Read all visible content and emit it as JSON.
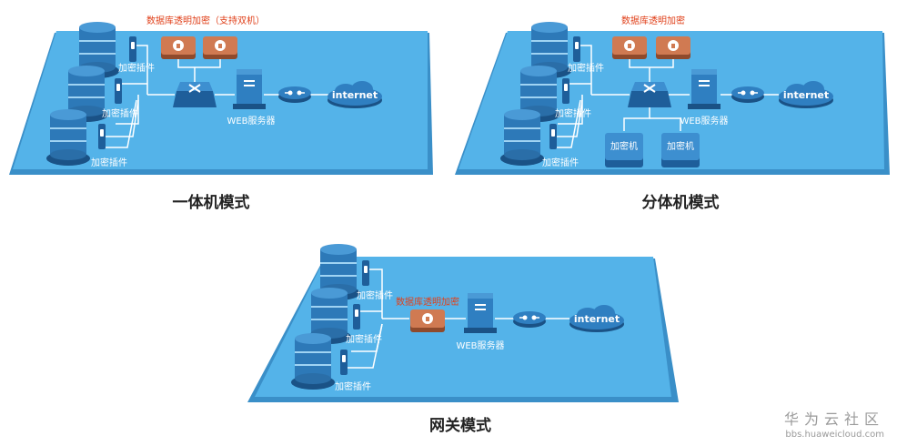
{
  "panels": {
    "integrated": {
      "title": "一体机模式",
      "device_label": "数据库透明加密（支持双机）",
      "plugin_label": "加密插件",
      "web_label": "WEB服务器",
      "cloud_label": "internet"
    },
    "split": {
      "title": "分体机模式",
      "device_label": "数据库透明加密",
      "plugin_label": "加密插件",
      "web_label": "WEB服务器",
      "cloud_label": "internet",
      "box_label": "加密机"
    },
    "gateway": {
      "title": "网关模式",
      "device_label": "数据库透明加密",
      "plugin_label": "加密插件",
      "web_label": "WEB服务器",
      "cloud_label": "internet"
    }
  },
  "watermark": {
    "brand": "华为云社区",
    "url": "bbs.huaweicloud.com"
  },
  "colors": {
    "platform": "#54b3e9",
    "platform_edge": "#3a8fc8",
    "node_dark": "#1e5e9a",
    "node_mid": "#2f7fc1",
    "device_orange": "#c8714a",
    "label_red": "#e0401a",
    "title_text": "#222222"
  }
}
